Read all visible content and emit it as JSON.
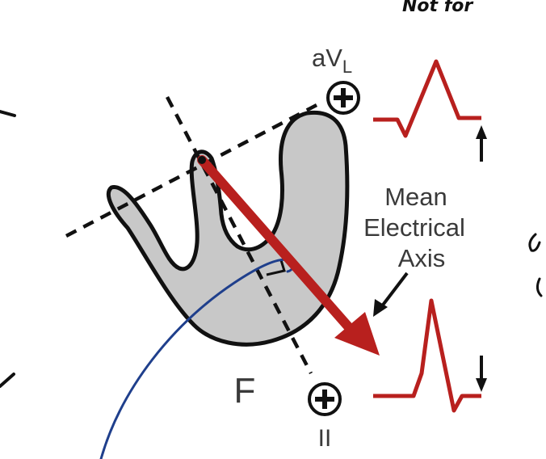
{
  "diagram": {
    "lead_avl_label": "aV",
    "lead_avl_subscript": "L",
    "lead_ii_label": "II",
    "frontal_label": "F",
    "axis_caption": [
      "Mean",
      "Electrical",
      "Axis"
    ],
    "handwritten_top": "Not for",
    "colors": {
      "heart_fill": "#c8c8c8",
      "axis_arrow": "#b8201e",
      "ecg_trace": "#b8201e",
      "ink_blue": "#1f3f8c",
      "outline": "#111111"
    },
    "icons": [
      "plus-circle-icon",
      "up-arrow-icon",
      "down-arrow-icon"
    ]
  }
}
